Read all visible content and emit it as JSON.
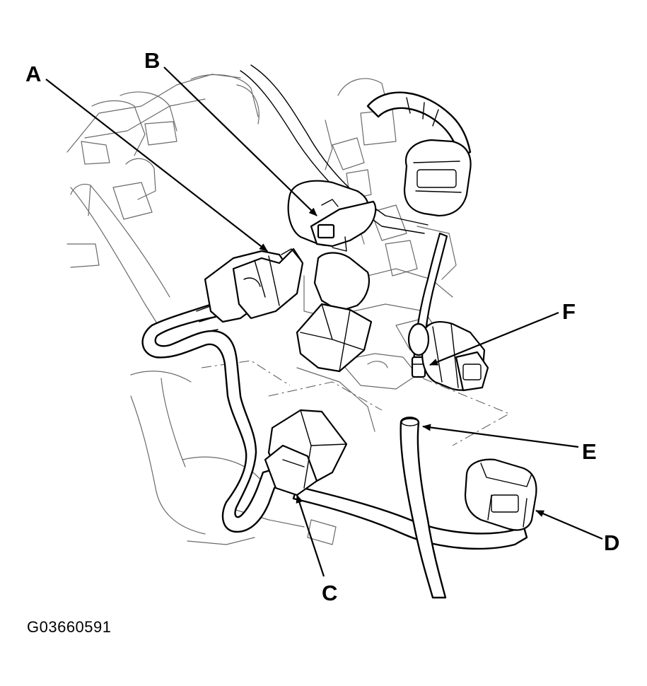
{
  "callouts": {
    "a": "A",
    "b": "B",
    "c": "C",
    "d": "D",
    "e": "E",
    "f": "F"
  },
  "figure_code": "G03660591",
  "colors": {
    "line": "#000000",
    "background": "#ffffff"
  }
}
